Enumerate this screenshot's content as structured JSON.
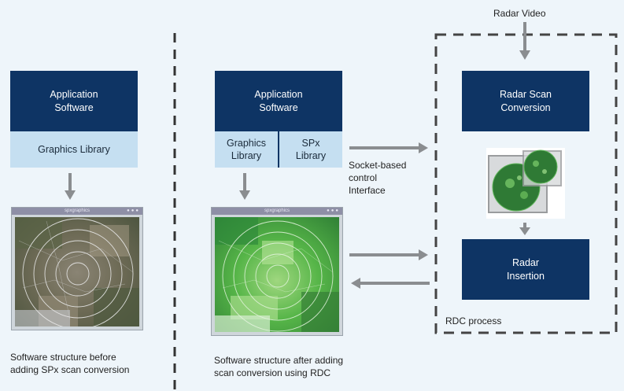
{
  "left": {
    "app_box": "Application\nSoftware",
    "graphics_box": "Graphics Library",
    "window_title": "spxgraphics",
    "caption": "Software structure  before\nadding SPx scan conversion"
  },
  "middle": {
    "app_box": "Application\nSoftware",
    "graphics_box": "Graphics\nLibrary",
    "spx_box": "SPx\nLibrary",
    "window_title": "spxgraphics",
    "interface_label": "Socket-based\ncontrol\nInterface",
    "caption": "Software structure  after  adding\nscan conversion using RDC"
  },
  "rdc": {
    "input_label": "Radar Video",
    "scan_box": "Radar Scan\nConversion",
    "insertion_box": "Radar\nInsertion",
    "process_label": "RDC process"
  },
  "colors": {
    "dark_box": "#0e3464",
    "light_box": "#c5dff1",
    "arrow": "#8a8d90",
    "divider": "#333333",
    "background": "#eef5fa"
  }
}
